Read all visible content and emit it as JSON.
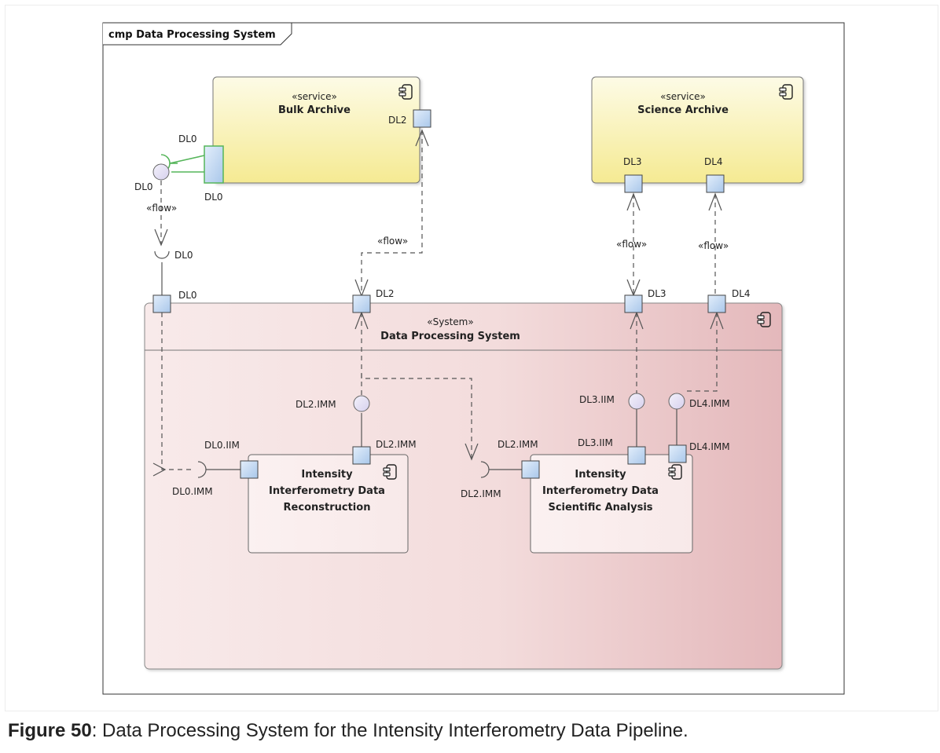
{
  "frame": {
    "title": "cmp Data Processing System"
  },
  "components": {
    "bulk_archive": {
      "stereotype": "«service»",
      "name": "Bulk Archive"
    },
    "science_archive": {
      "stereotype": "«service»",
      "name": "Science Archive"
    },
    "data_processing_system": {
      "stereotype": "«System»",
      "name": "Data Processing System"
    },
    "reconstruction": {
      "name_lines": [
        "Intensity",
        "Interferometry Data",
        "Reconstruction"
      ]
    },
    "analysis": {
      "name_lines": [
        "Intensity",
        "Interferometry Data",
        "Scientific Analysis"
      ]
    }
  },
  "labels": {
    "ba_dl0_top": "DL0",
    "ba_dl0_left": "DL0",
    "ba_dl0_bottom": "DL0",
    "ba_dl2": "DL2",
    "sa_dl3": "DL3",
    "sa_dl4": "DL4",
    "dps_dl0_req": "DL0",
    "dps_dl0": "DL0",
    "dps_dl2": "DL2",
    "dps_dl3": "DL3",
    "dps_dl4": "DL4",
    "rec_dl0_iim": "DL0.IIM",
    "rec_dl0_imm": "DL0.IMM",
    "rec_dl2_imm_port": "DL2.IMM",
    "rec_dl2_imm_ball": "DL2.IMM",
    "ana_dl2_imm_port": "DL2.IMM",
    "ana_dl2_imm_req": "DL2.IMM",
    "ana_dl3_iim_port": "DL3.IIM",
    "ana_dl3_iim_ball": "DL3.IIM",
    "ana_dl4_imm_port": "DL4.IMM",
    "ana_dl4_imm_ball": "DL4.IMM"
  },
  "flows": {
    "flow_dl0": "«flow»",
    "flow_dl2": "«flow»",
    "flow_dl3": "«flow»",
    "flow_dl4": "«flow»"
  },
  "caption": {
    "label": "Figure 50",
    "text": ": Data Processing System for the Intensity Interferometry Data Pipeline."
  },
  "colors": {
    "service_fill_top": "#fdfbe6",
    "service_fill_bottom": "#f5ea92",
    "system_fill_left": "#f8eaea",
    "system_fill_right": "#e4b8bb",
    "port_fill": "#c9dcf2",
    "ball_fill": "#e4e0f4",
    "green_connector": "#55b55a",
    "line": "#555555"
  }
}
